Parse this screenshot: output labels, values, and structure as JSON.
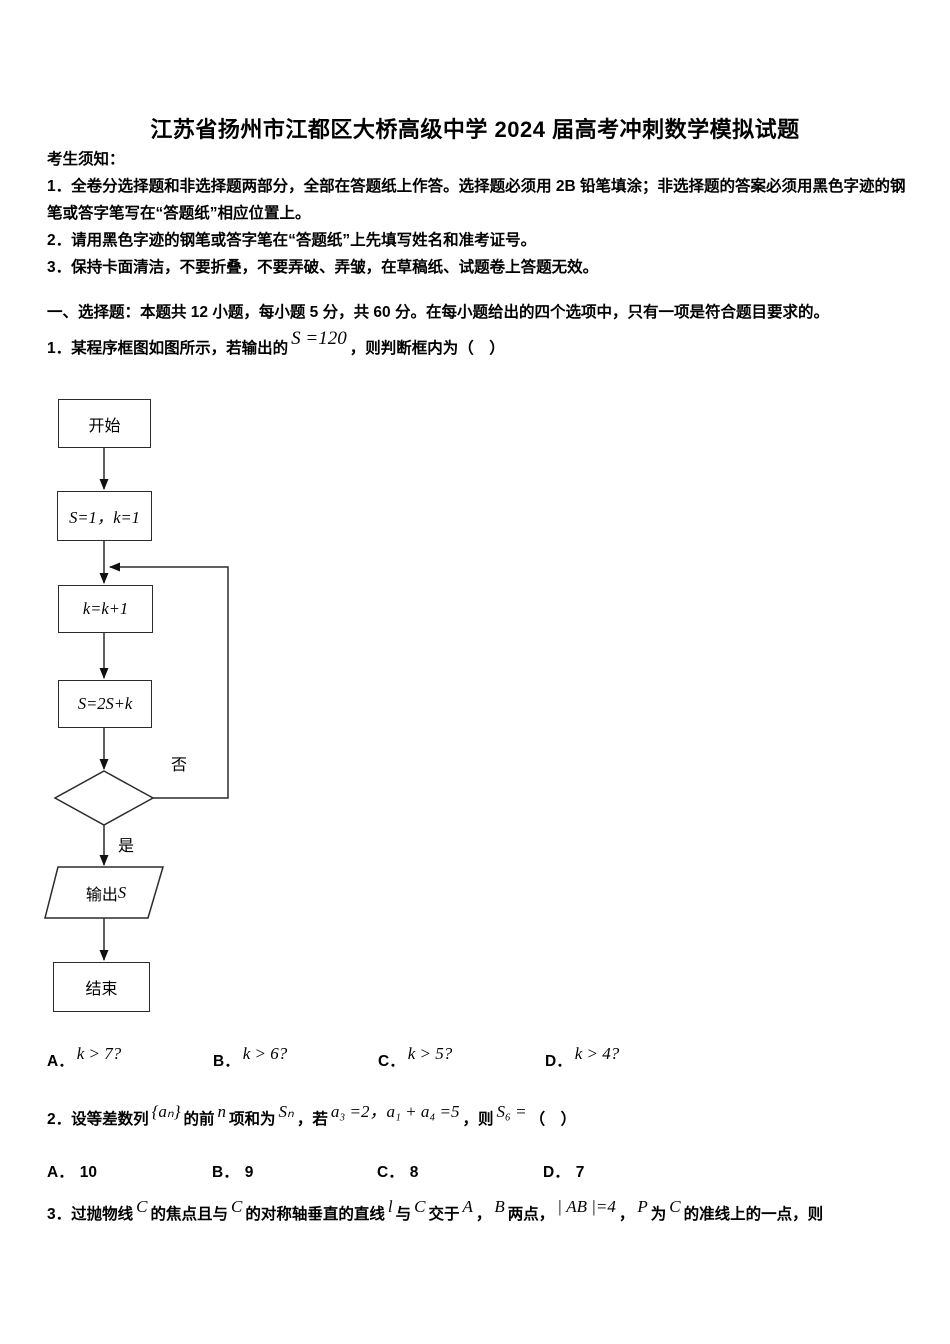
{
  "page": {
    "title": "江苏省扬州市江都区大桥高级中学 2024 届高考冲刺数学模拟试题",
    "notice_heading": "考生须知：",
    "notices": [
      "1．全卷分选择题和非选择题两部分，全部在答题纸上作答。选择题必须用 2B 铅笔填涂；非选择题的答案必须用黑色字迹的钢笔或答字笔写在“答题纸”相应位置上。",
      "2．请用黑色字迹的钢笔或答字笔在“答题纸”上先填写姓名和准考证号。",
      "3．保持卡面清洁，不要折叠，不要弄破、弄皱，在草稿纸、试题卷上答题无效。"
    ],
    "section_header": "一、选择题：本题共 12 小题，每小题 5 分，共 60 分。在每小题给出的四个选项中，只有一项是符合题目要求的。"
  },
  "q1": {
    "parts": [
      "1．某程序框图如图所示，若输出的",
      "S =120",
      "，则判断框内为（　）"
    ],
    "options": [
      {
        "label": "A．",
        "math": "k > 7?"
      },
      {
        "label": "B．",
        "math": "k > 6?"
      },
      {
        "label": "C．",
        "math": "k > 5?"
      },
      {
        "label": "D．",
        "math": "k > 4?"
      }
    ]
  },
  "flowchart": {
    "start": "开始",
    "init": "S=1，k=1",
    "increment": "k=k+1",
    "accumulate": "S=2S+k",
    "no_label": "否",
    "yes_label": "是",
    "output_prefix": "输出",
    "output_var": "S",
    "end": "结束"
  },
  "q2": {
    "parts": [
      "2．设等差数列",
      "{aₙ}",
      "的前",
      "n",
      "项和为",
      "Sₙ",
      "，若",
      "a₃ =2，a₁ + a₄ =5",
      "，则",
      "S₆ =",
      "（　）"
    ],
    "options": [
      {
        "label": "A．",
        "value": "10"
      },
      {
        "label": "B．",
        "value": "9"
      },
      {
        "label": "C．",
        "value": "8"
      },
      {
        "label": "D．",
        "value": "7"
      }
    ]
  },
  "q3": {
    "parts": [
      "3．过抛物线",
      "C",
      "的焦点且与",
      "C",
      "的对称轴垂直的直线",
      "l",
      "与",
      "C",
      "交于",
      "A",
      "，",
      "B",
      "两点，",
      "| AB |=4",
      "，",
      "P",
      "为",
      "C",
      "的准线上的一点，则",
      ""
    ]
  }
}
